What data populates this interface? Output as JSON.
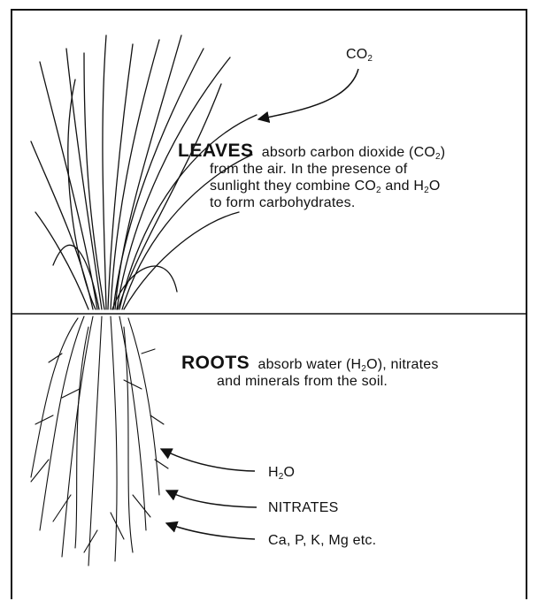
{
  "co2_top": {
    "base": "CO",
    "sub": "2"
  },
  "leaves": {
    "heading": "LEAVES",
    "line1_pre": "absorb carbon dioxide (CO",
    "line1_sub": "2",
    "line1_post": ")",
    "line2": "from the air.  In the presence of",
    "line3_pre": "sunlight they combine CO",
    "line3_sub1": "2",
    "line3_mid": " and H",
    "line3_sub2": "2",
    "line3_post": "O",
    "line4": "to form carbohydrates."
  },
  "roots": {
    "heading": "ROOTS",
    "line1_pre": "absorb water (H",
    "line1_sub": "2",
    "line1_post": "O), nitrates",
    "line2": "and minerals from the soil."
  },
  "inputs": {
    "h2o_base": "H",
    "h2o_sub": "2",
    "h2o_post": "O",
    "nitrates": "NITRATES",
    "minerals": "Ca,  P,  K,  Mg etc."
  }
}
